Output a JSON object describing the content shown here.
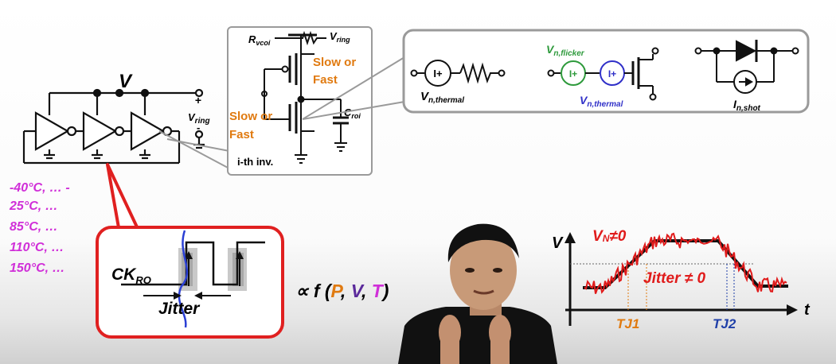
{
  "colors": {
    "purple": "#5b2a9b",
    "orange": "#e07a10",
    "red": "#e01b1b",
    "magenta": "#d02fd8",
    "green": "#2e9a3c",
    "blue": "#3030c8",
    "navy": "#1f3fa8",
    "box_border": "#9a9a9a",
    "callout_border": "#e02020"
  },
  "ring": {
    "v_label": "V",
    "vring_label": "V",
    "vring_sub": "ring",
    "plus": "+",
    "minus": "-"
  },
  "temperatures": [
    "-40°C, … -",
    "25°C, …",
    "85°C, …",
    "110°C, …",
    "150°C, …"
  ],
  "inverter_detail": {
    "r_label": "R",
    "r_sub": "vcoi",
    "vring_label": "V",
    "vring_sub": "ring",
    "slow_fast_top_1": "Slow or",
    "slow_fast_top_2": "Fast",
    "slow_fast_bottom_1": "Slow or",
    "slow_fast_bottom_2": "Fast",
    "c_label": "C",
    "c_sub": "roi",
    "caption": "i-th inv."
  },
  "noise_sources": {
    "thermal_v": "V",
    "thermal_sub": "n,thermal",
    "flicker_v": "V",
    "flicker_sub": "n,flicker",
    "thermal2_v": "V",
    "thermal2_sub": "n,thermal",
    "shot_i": "I",
    "shot_sub": "n,shot",
    "source_symbol": "I+"
  },
  "jitter_callout": {
    "ck_label": "CK",
    "ck_sub": "RO",
    "jitter_label": "Jitter"
  },
  "formula": {
    "prefix": "∝ f (",
    "p": "P",
    "comma1": ", ",
    "v": "V",
    "comma2": ", ",
    "t": "T",
    "suffix": ")"
  },
  "waveform": {
    "y_axis": "V",
    "x_axis": "t",
    "vn_label": "V",
    "vn_sub": "N",
    "vn_suffix": "≠0",
    "jitter_label": "Jitter ≠ 0",
    "tj1": "TJ1",
    "tj2": "TJ2"
  }
}
